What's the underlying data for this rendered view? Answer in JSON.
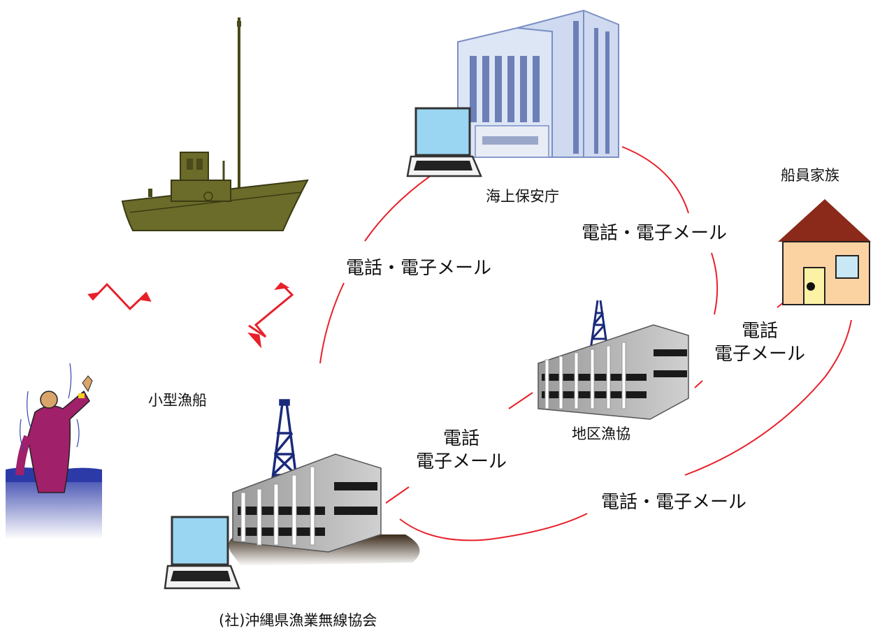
{
  "labels": {
    "coast_guard": "海上保安庁",
    "crew_family": "船員家族",
    "small_fishing_boat": "小型漁船",
    "local_fisheries_coop": "地区漁協",
    "association": "(社)沖縄県漁業無線協会",
    "comm_coastguard_association": "電話・電子メール",
    "comm_coastguard_family": "電話・電子メール",
    "comm_coop_family_line1": "電話",
    "comm_coop_family_line2": "電子メール",
    "comm_association_coop_line1": "電話",
    "comm_association_coop_line2": "電子メール",
    "comm_association_family": "電話・電子メール"
  },
  "colors": {
    "link_line": "#e8202a",
    "radio_wave": "#e8202a",
    "boat_hull": "#6b6b2a",
    "building_blue": "#dde6f5",
    "house_roof": "#8b2a1a",
    "house_wall": "#fbd3a3",
    "tower": "#1a2a7a",
    "water": "#3c46b0",
    "person_coat": "#a0206a"
  },
  "icons": [
    "fishing-boat-icon",
    "coast-guard-building-icon",
    "laptop-icon",
    "house-icon",
    "radio-tower-icon",
    "drowning-person-icon",
    "radio-wave-icon"
  ]
}
